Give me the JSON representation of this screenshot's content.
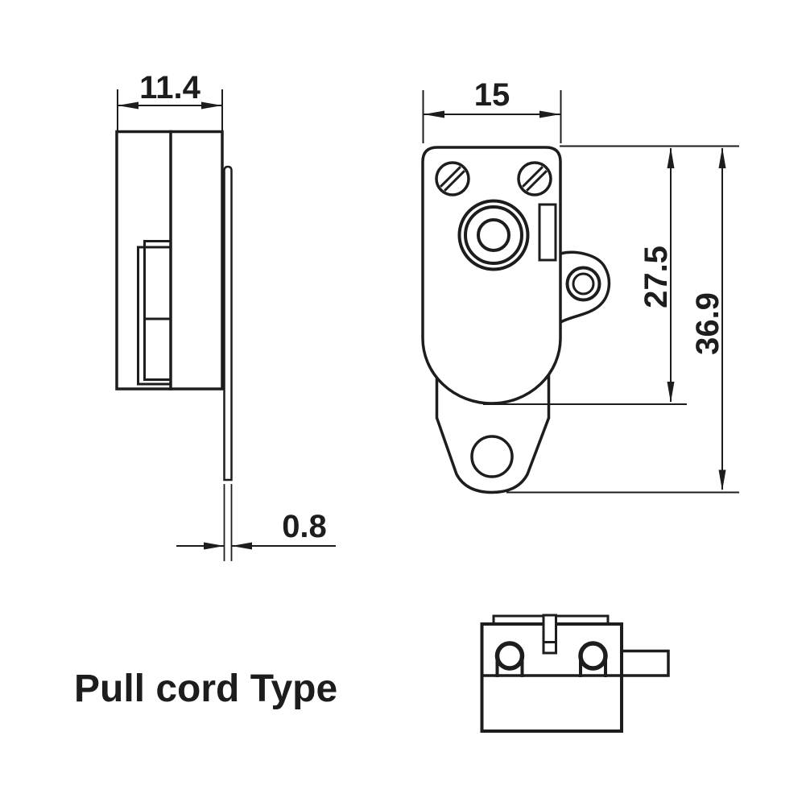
{
  "drawing": {
    "title": "Pull cord Type",
    "dimensions": {
      "side_view_width": "11.4",
      "plate_thickness": "0.8",
      "front_view_width": "15",
      "body_height": "27.5",
      "overall_height": "36.9"
    },
    "colors": {
      "line": "#1d1d1d",
      "background": "#ffffff"
    }
  }
}
